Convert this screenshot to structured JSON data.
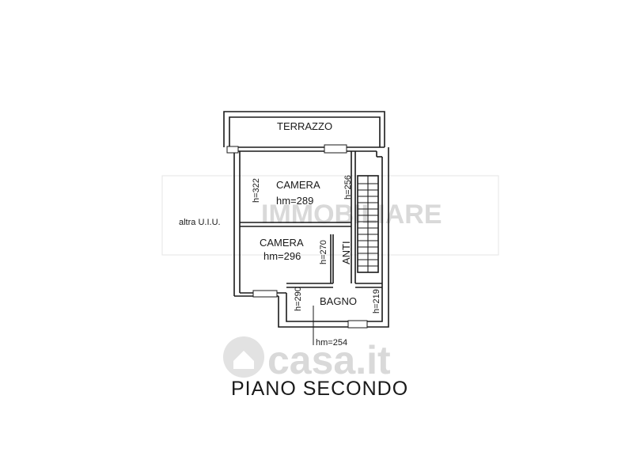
{
  "plan": {
    "rooms": {
      "terrace": "TERRAZZO",
      "bedroom_1": "CAMERA",
      "bedroom_1_height": "hm=289",
      "bedroom_2": "CAMERA",
      "bedroom_2_height": "hm=296",
      "anteroom": "ANTI",
      "bathroom": "BAGNO"
    },
    "heights": {
      "h322": "h=322",
      "h256": "h=256",
      "h270": "h=270",
      "h290": "h=290",
      "h219": "h=219",
      "hm254": "hm=254"
    },
    "neighbor_label": "altra U.I.U.",
    "floor_title": "PIANO SECONDO"
  },
  "watermark": {
    "brand": "casa.it",
    "agency": "IMMOBILIARE"
  },
  "colors": {
    "line": "#1a1a1a",
    "background": "#ffffff",
    "watermark": "#d9d9d9"
  }
}
